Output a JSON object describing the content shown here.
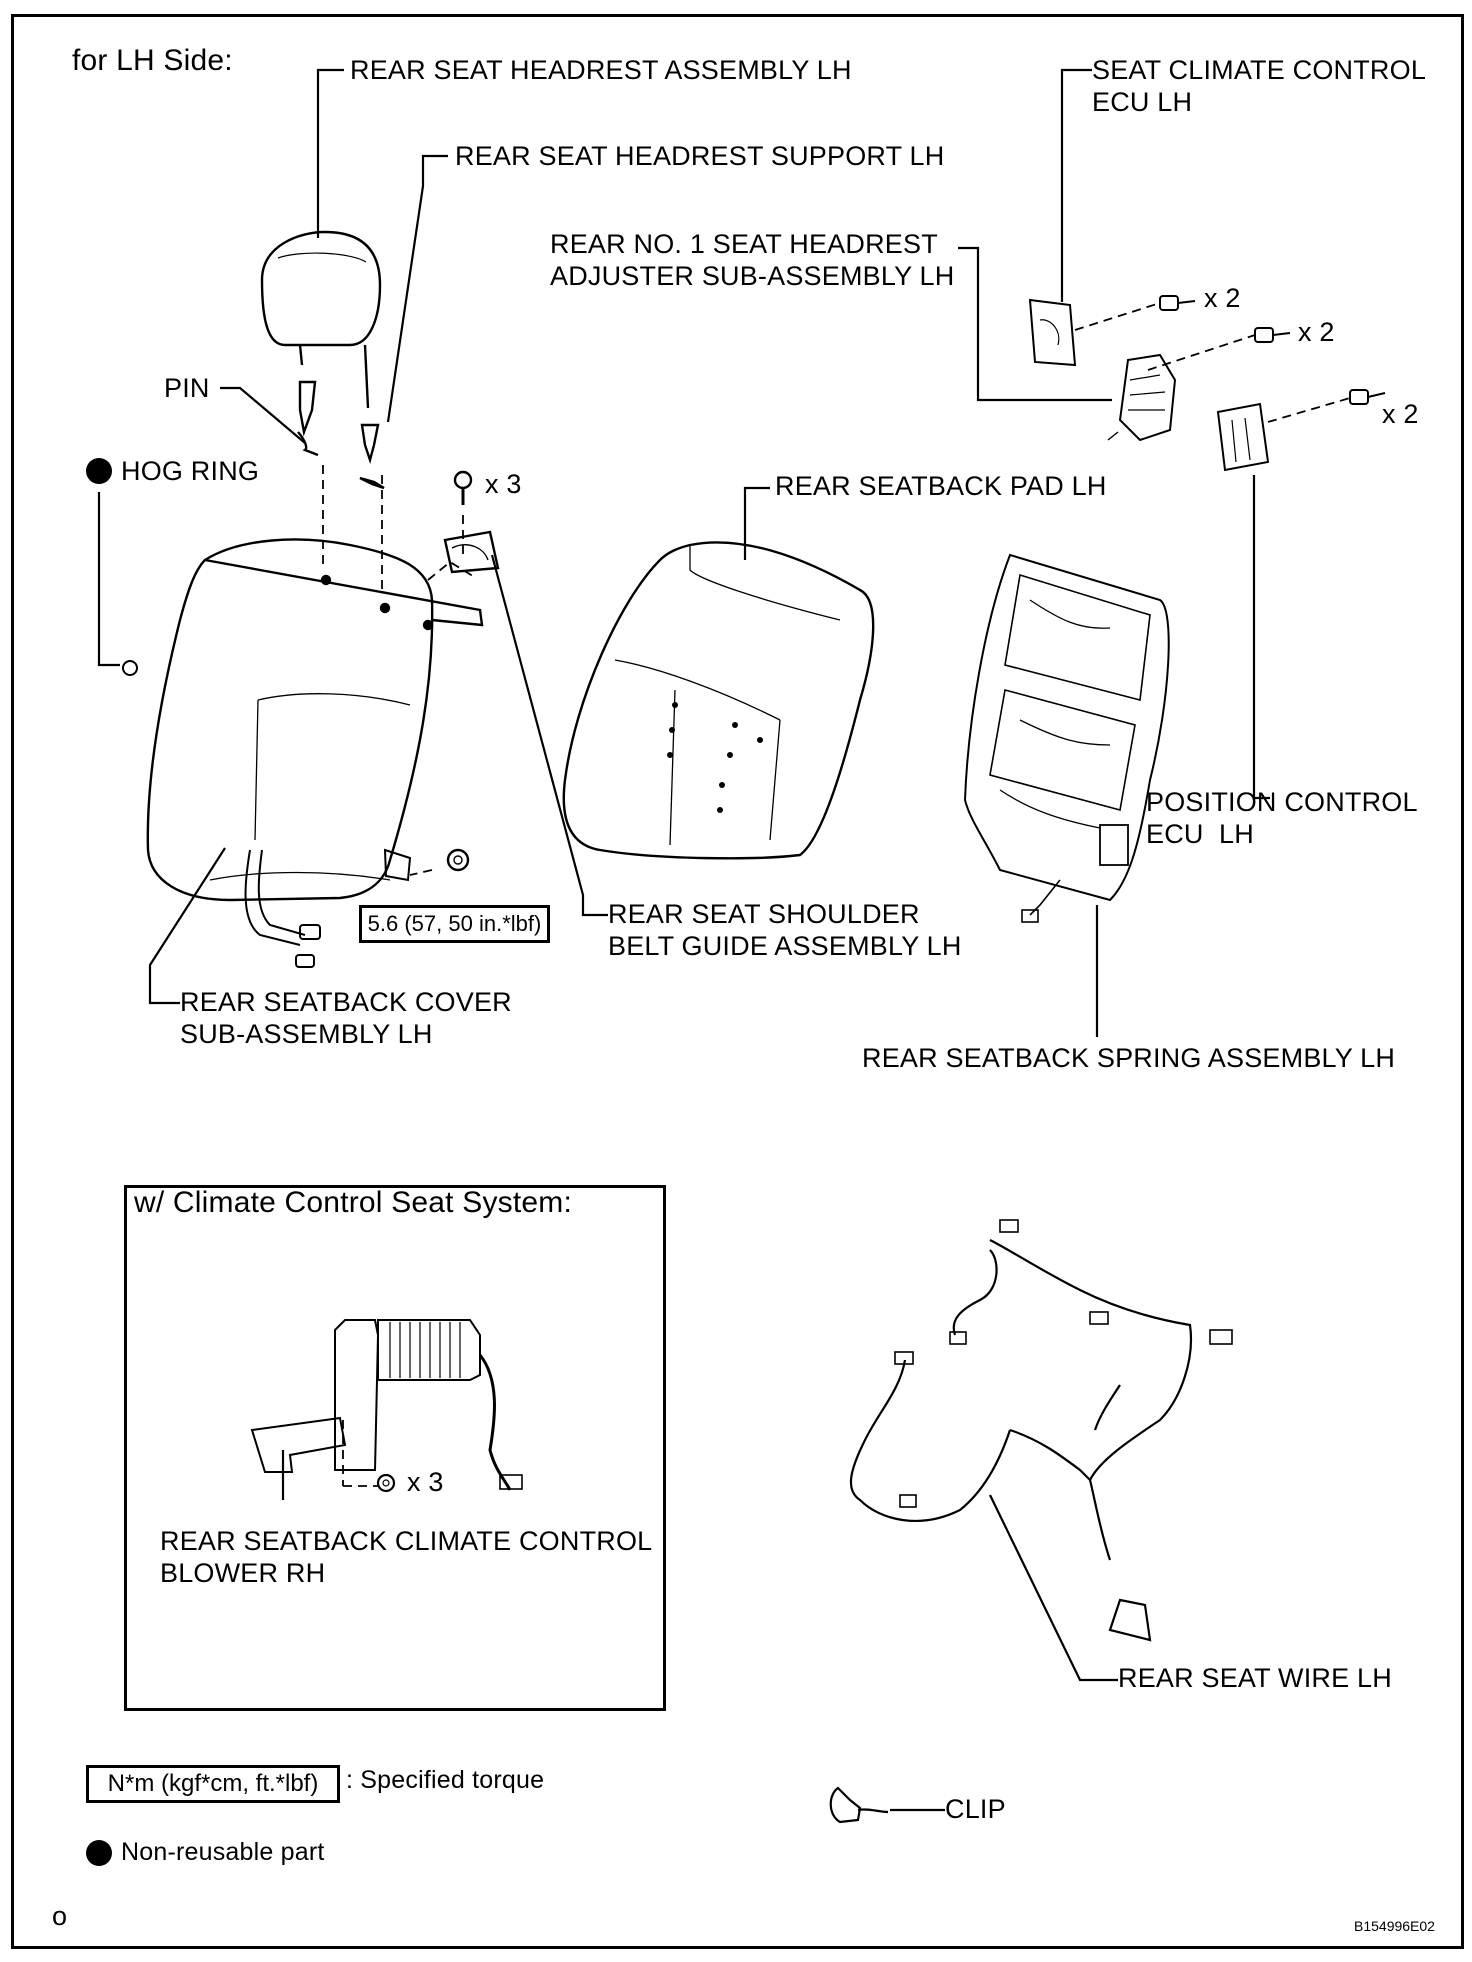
{
  "diagram": {
    "section_title": "for LH Side:",
    "labels": {
      "headrest": "REAR SEAT HEADREST ASSEMBLY LH",
      "headrest_support": "REAR SEAT HEADREST SUPPORT LH",
      "ecu_climate_1": "SEAT CLIMATE CONTROL",
      "ecu_climate_2": "ECU LH",
      "adjuster_1": "REAR NO. 1 SEAT HEADREST",
      "adjuster_2": "ADJUSTER SUB-ASSEMBLY LH",
      "pin": "PIN",
      "hog_ring": "HOG RING",
      "seatback_pad": "REAR SEATBACK PAD LH",
      "position_ecu_1": "POSITION CONTROL",
      "position_ecu_2": "ECU  LH",
      "shoulder_belt_1": "REAR SEAT SHOULDER",
      "shoulder_belt_2": "BELT GUIDE ASSEMBLY LH",
      "seatback_cover_1": "REAR SEATBACK COVER",
      "seatback_cover_2": "SUB-ASSEMBLY LH",
      "spring_assembly": "REAR SEATBACK SPRING ASSEMBLY LH",
      "blower_1": "REAR SEATBACK CLIMATE CONTROL",
      "blower_2": "BLOWER RH",
      "seat_wire": "REAR SEAT WIRE LH",
      "clip": "CLIP"
    },
    "quantities": {
      "x3_belt_guide": "x 3",
      "x2_ecu_climate": "x 2",
      "x2_adjuster": "x 2",
      "x2_position_ecu": "x 2",
      "x3_blower": "x 3"
    },
    "torque_value": "5.6 (57, 50 in.*lbf)",
    "inset_title": "w/ Climate Control Seat System:",
    "legend": {
      "torque_unit": "N*m (kgf*cm, ft.*lbf)",
      "torque_desc": ": Specified torque",
      "non_reusable": "Non-reusable part"
    },
    "corner_left": "o",
    "figure_code": "B154996E02"
  }
}
